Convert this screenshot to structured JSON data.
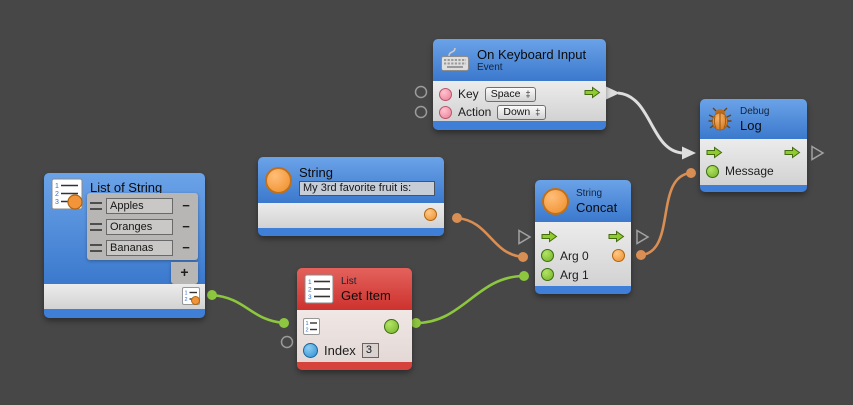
{
  "nodes": {
    "on_keyboard_input": {
      "title": "On Keyboard Input",
      "subtitle": "Event",
      "key_label": "Key",
      "key_value": "Space",
      "action_label": "Action",
      "action_value": "Down"
    },
    "debug_log": {
      "subtitle": "Debug",
      "title": "Log",
      "message_label": "Message"
    },
    "string_literal": {
      "title": "String",
      "value": "My 3rd favorite fruit is:"
    },
    "list_of_string": {
      "title": "List of String",
      "items": [
        "Apples",
        "Oranges",
        "Bananas"
      ],
      "remove_glyph": "−",
      "add_glyph": "+"
    },
    "get_item": {
      "subtitle": "List",
      "title": "Get Item",
      "index_label": "Index",
      "index_value": "3"
    },
    "concat": {
      "subtitle": "String",
      "title": "Concat",
      "arg0_label": "Arg 0",
      "arg1_label": "Arg 1"
    }
  },
  "glyphs": {
    "popup_arrow": "‡"
  },
  "colors": {
    "canvas_bg": "#474747",
    "header_blue": "#3b79cd",
    "header_red": "#d8423c",
    "wire_white": "#dedede",
    "wire_orange": "#d98e53",
    "wire_green": "#8dc63f",
    "port_green": "#86c32e",
    "port_pink": "#f18ba0",
    "port_blue": "#3f9ad8",
    "port_orange": "#f2953a"
  }
}
